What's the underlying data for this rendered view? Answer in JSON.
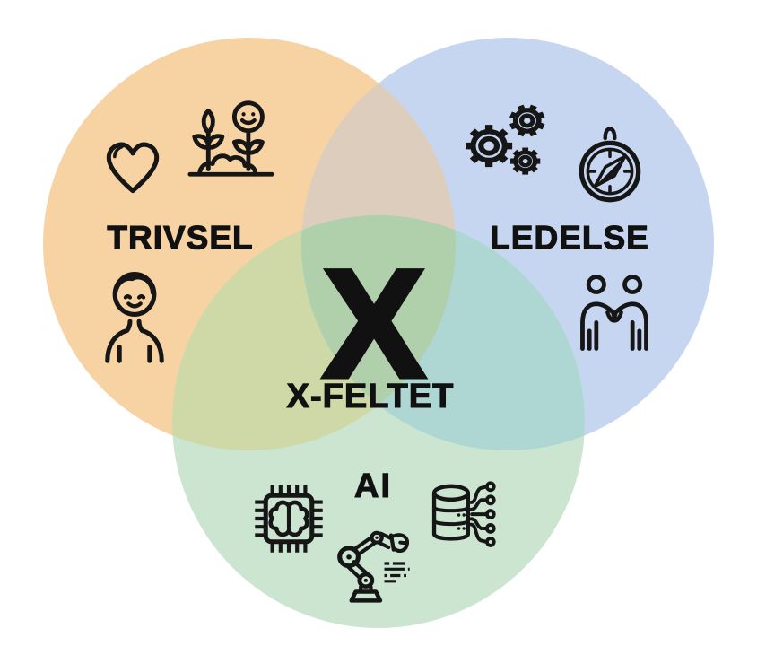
{
  "page": {
    "background": "#FFFFFF",
    "title": "X-feltet venn-diagram"
  },
  "colors": {
    "trivsel_circle": "#F7D3A4",
    "ledelse_circle": "#C7D6F0",
    "ai_circle": "#CBE5D1",
    "overlap_trivsel_ledelse": "#DCCDBC",
    "overlap_trivsel_ai": "#CFD9A7",
    "overlap_ledelse_ai": "#AED7D3",
    "overlap_center": "#B0CFAB",
    "icon_stroke": "#161616",
    "label_text": "#111111"
  },
  "circles": [
    {
      "id": "trivsel",
      "label": "TRIVSEL",
      "icons": [
        "heart-icon",
        "growth-plant-icon",
        "person-icon"
      ]
    },
    {
      "id": "ledelse",
      "label": "LEDELSE",
      "icons": [
        "gears-icon",
        "compass-icon",
        "handshake-icon"
      ]
    },
    {
      "id": "ai",
      "label": "AI",
      "icons": [
        "ai-chip-icon",
        "robot-arm-icon",
        "data-network-icon"
      ]
    }
  ],
  "center": {
    "symbol": "X",
    "label": "X-FELTET"
  }
}
